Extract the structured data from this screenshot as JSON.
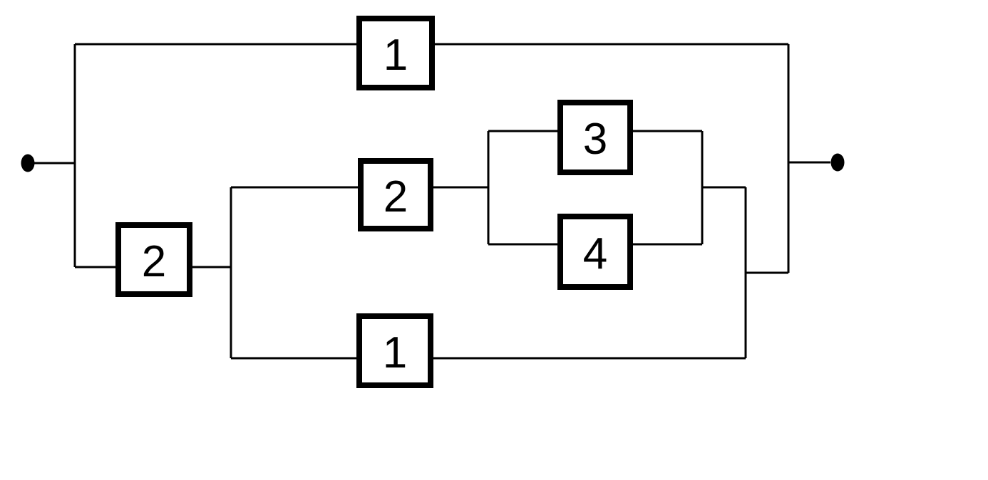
{
  "diagram": {
    "type": "reliability-block-diagram",
    "background_color": "#ffffff",
    "line_color": "#000000",
    "box_fill_color": "#ffffff",
    "box_border_color": "#000000",
    "terminals": [
      {
        "id": "input-terminal",
        "side": "left"
      },
      {
        "id": "output-terminal",
        "side": "right"
      }
    ],
    "blocks": [
      {
        "id": "block-top-1",
        "label": "1",
        "branch": "top"
      },
      {
        "id": "block-left-2",
        "label": "2",
        "branch": "lower-series-entry"
      },
      {
        "id": "block-mid-2",
        "label": "2",
        "branch": "middle"
      },
      {
        "id": "block-upper-3",
        "label": "3",
        "branch": "middle-parallel-upper"
      },
      {
        "id": "block-lower-4",
        "label": "4",
        "branch": "middle-parallel-lower"
      },
      {
        "id": "block-bottom-1",
        "label": "1",
        "branch": "bottom"
      }
    ],
    "connectivity": "input splits to block 1 (top branch) and block 2; after block 2 the path splits to [block 2 then parallel(block 3, block 4)] and [block 1]; those two rejoin, then rejoin the top branch at the output"
  }
}
